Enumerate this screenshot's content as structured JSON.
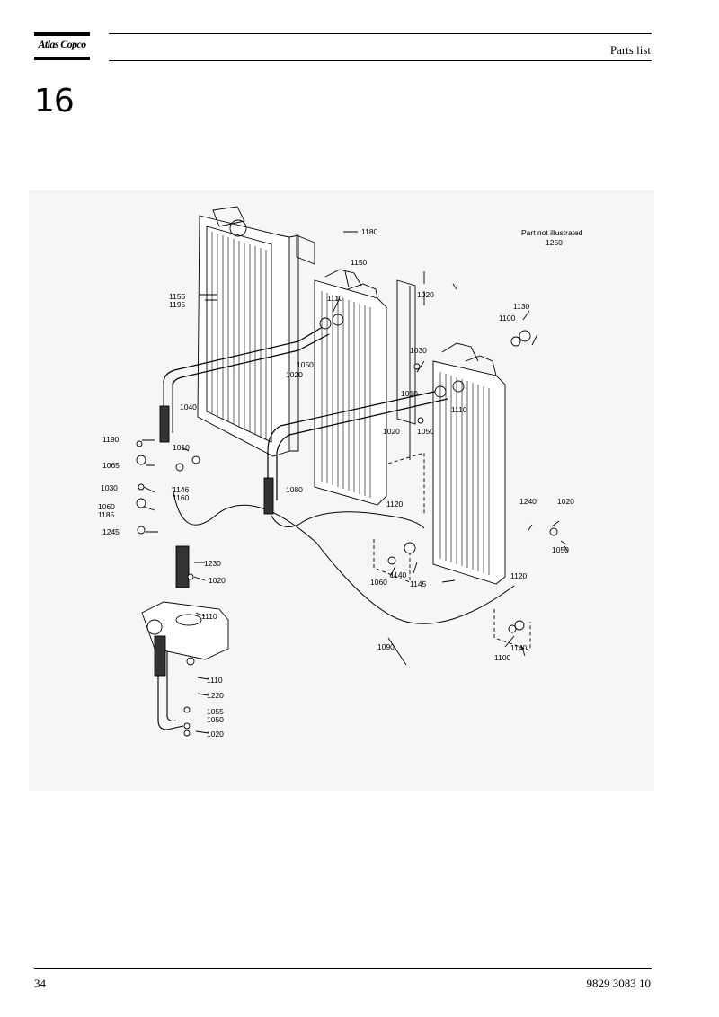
{
  "header": {
    "logo_text": "Atlas Copco",
    "title": "Parts list"
  },
  "section_number": "16",
  "figure": {
    "note": "Part not illustrated",
    "note_ref": "1250",
    "callouts": [
      "1180",
      "1150",
      "1155",
      "1195",
      "1110",
      "1020",
      "1130",
      "1100",
      "1030",
      "1050",
      "1020",
      "1010",
      "1110",
      "1040",
      "1020",
      "1050",
      "1190",
      "1010",
      "1065",
      "1146",
      "1160",
      "1030",
      "1080",
      "1060",
      "1185",
      "1120",
      "1240",
      "1020",
      "1245",
      "1050",
      "1230",
      "1140",
      "1020",
      "1060",
      "1120",
      "1145",
      "1110",
      "1090",
      "1140",
      "1100",
      "1110",
      "1220",
      "1055",
      "1050",
      "1020"
    ]
  },
  "footer": {
    "page_number": "34",
    "doc_number": "9829 3083 10"
  }
}
